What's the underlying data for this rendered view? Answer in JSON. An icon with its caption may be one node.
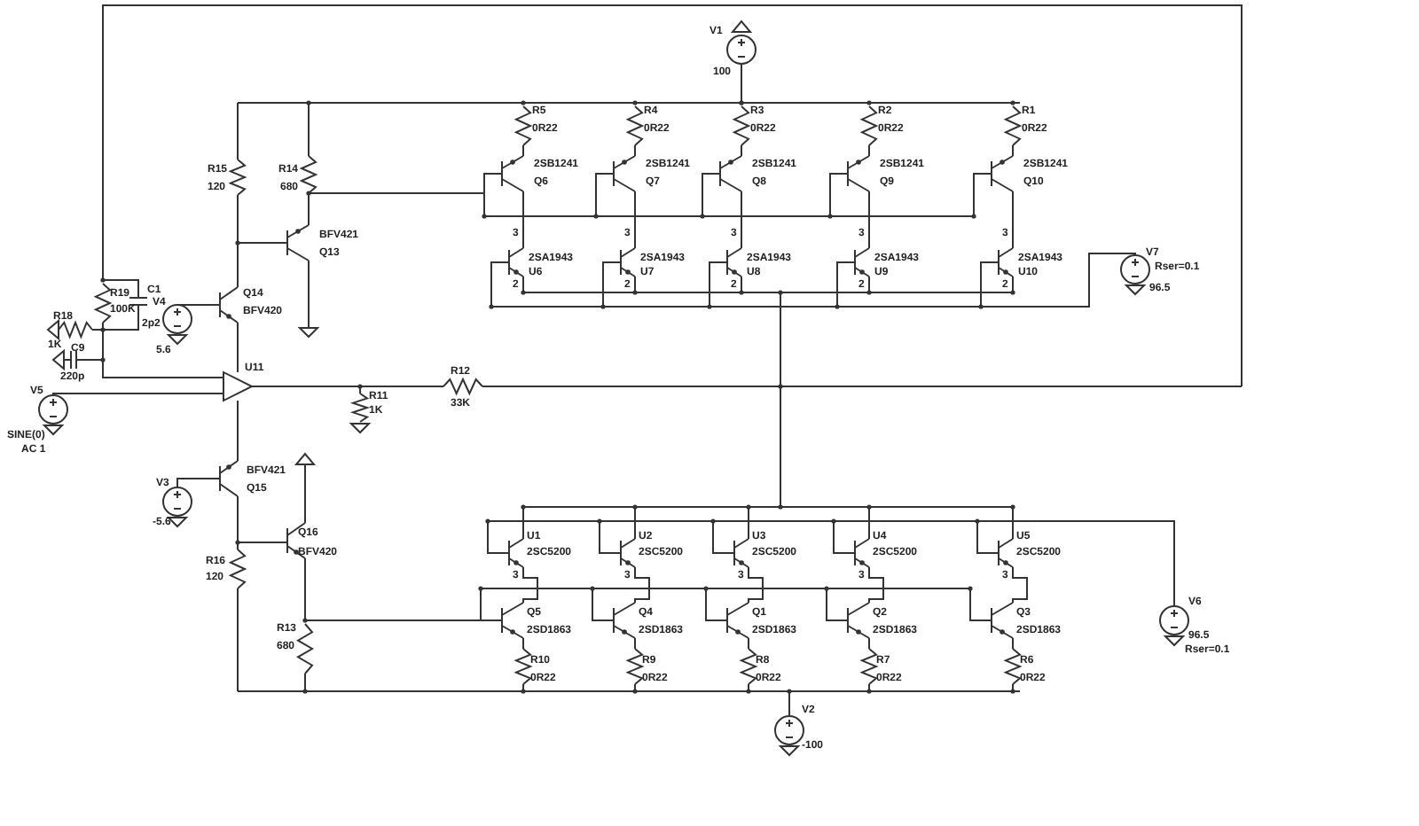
{
  "diagram": {
    "labels": [
      "V1",
      "100",
      "R5",
      "0R22",
      "2SB1241",
      "Q6",
      "R4",
      "0R22",
      "2SB1241",
      "Q7",
      "R3",
      "0R22",
      "2SB1241",
      "Q8",
      "R2",
      "0R22",
      "2SB1241",
      "Q9",
      "R1",
      "0R22",
      "2SB1241",
      "Q10",
      "R15",
      "120",
      "R14",
      "680",
      "BFV421",
      "Q13",
      "3",
      "2SA1943",
      "U6",
      "2",
      "3",
      "2SA1943",
      "U7",
      "2",
      "3",
      "2SA1943",
      "U8",
      "2",
      "3",
      "2SA1943",
      "U9",
      "2",
      "3",
      "2SA1943",
      "U10",
      "2",
      "V7",
      "Rser=0.1",
      "96.5",
      "R19",
      "100K",
      "C1",
      "2p2",
      "R18",
      "1K",
      "Q14",
      "BFV420",
      "V4",
      "5.6",
      "C9",
      "220p",
      "U11",
      "R12",
      "33K",
      "R11",
      "1K",
      "V5",
      "SINE(0)",
      "AC 1",
      "V3",
      "-5.6",
      "BFV421",
      "Q15",
      "Q16",
      "BFV420",
      "R16",
      "120",
      "R13",
      "680",
      "U1",
      "2SC5200",
      "3",
      "U2",
      "2SC5200",
      "3",
      "U3",
      "2SC5200",
      "3",
      "U4",
      "2SC5200",
      "3",
      "U5",
      "2SC5200",
      "3",
      "Q5",
      "2SD1863",
      "R10",
      "0R22",
      "Q4",
      "2SD1863",
      "R9",
      "0R22",
      "Q1",
      "2SD1863",
      "R8",
      "0R22",
      "Q2",
      "2SD1863",
      "R7",
      "0R22",
      "Q3",
      "2SD1863",
      "R6",
      "0R22",
      "V6",
      "96.5",
      "Rser=0.1",
      "V2",
      "-100"
    ]
  }
}
